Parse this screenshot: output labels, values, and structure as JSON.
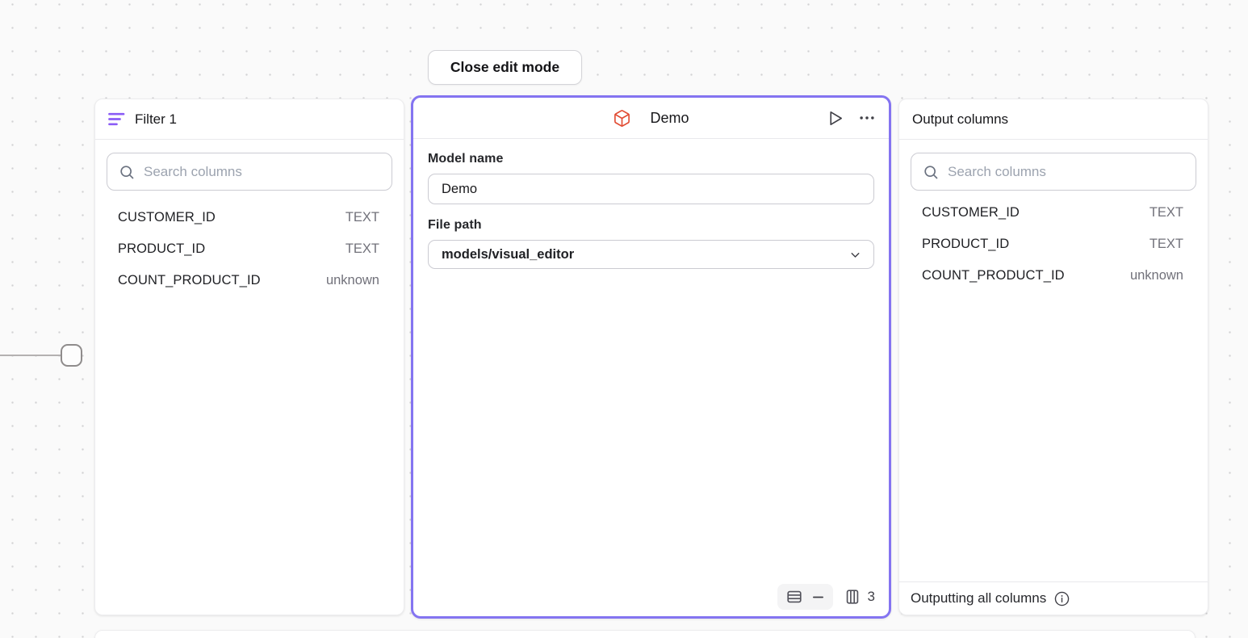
{
  "toolbar": {
    "close_edit_mode_label": "Close edit mode"
  },
  "filter_panel": {
    "title": "Filter 1",
    "search_placeholder": "Search columns",
    "columns": [
      {
        "name": "CUSTOMER_ID",
        "type": "TEXT"
      },
      {
        "name": "PRODUCT_ID",
        "type": "TEXT"
      },
      {
        "name": "COUNT_PRODUCT_ID",
        "type": "unknown"
      }
    ]
  },
  "model_panel": {
    "title": "Demo",
    "model_name_label": "Model name",
    "model_name_value": "Demo",
    "file_path_label": "File path",
    "file_path_value": "models/visual_editor",
    "column_count": "3"
  },
  "output_panel": {
    "title": "Output columns",
    "search_placeholder": "Search columns",
    "columns": [
      {
        "name": "CUSTOMER_ID",
        "type": "TEXT"
      },
      {
        "name": "PRODUCT_ID",
        "type": "TEXT"
      },
      {
        "name": "COUNT_PRODUCT_ID",
        "type": "unknown"
      }
    ],
    "footer_text": "Outputting all columns"
  },
  "icons": {
    "filter": "filter-lines-icon",
    "search": "magnifier-icon",
    "model": "package-cube-icon",
    "run": "play-icon",
    "more": "ellipsis-icon",
    "rows": "table-rows-icon",
    "row_count_unknown": "minus-icon",
    "columns": "table-columns-icon",
    "dropdown": "chevron-down-icon",
    "info": "info-circle-icon"
  },
  "colors": {
    "selected_node_border": "#8474f1",
    "filter_icon_purple": "#8b5cf6",
    "model_icon_orange": "#e14b32",
    "canvas_background": "#fafafa",
    "text_primary": "#18181b",
    "text_secondary": "#71717a"
  }
}
